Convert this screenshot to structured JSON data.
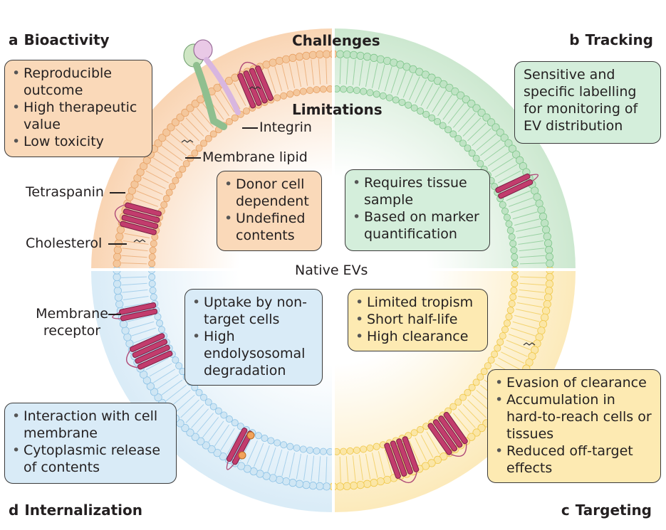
{
  "colors": {
    "bioactivity": "#f4c79c",
    "bioactivity_box": "#fad9b9",
    "tracking": "#bfe3c4",
    "tracking_box": "#d4eedb",
    "internalization": "#cfe6f4",
    "internalization_box": "#d9ebf7",
    "targeting": "#fbe6a6",
    "targeting_box": "#fdeab2",
    "protein": "#c23c6d"
  },
  "headings": {
    "a_letter": "a",
    "a_title": "Bioactivity",
    "b_letter": "b",
    "b_title": "Tracking",
    "c_letter": "c",
    "c_title": "Targeting",
    "d_letter": "d",
    "d_title": "Internalization"
  },
  "center": {
    "challenges": "Challenges",
    "limitations": "Limitations",
    "native": "Native EVs"
  },
  "labels": {
    "integrin": "Integrin",
    "membrane_lipid": "Membrane lipid",
    "tetraspanin": "Tetraspanin",
    "cholesterol": "Cholesterol",
    "membrane_receptor_1": "Membrane",
    "membrane_receptor_2": "receptor"
  },
  "challenges": {
    "bioactivity": [
      "Reproducible outcome",
      "High therapeutic value",
      "Low toxicity"
    ],
    "tracking": "Sensitive and specific labelling for monitoring of EV distribution",
    "targeting": [
      "Evasion of clearance",
      "Accumulation in hard-to-reach cells or tissues",
      "Reduced off-target effects"
    ],
    "internalization": [
      "Interaction with cell membrane",
      "Cytoplasmic release of contents"
    ]
  },
  "limitations": {
    "bioactivity": [
      "Donor cell dependent",
      "Undefined contents"
    ],
    "tracking": [
      "Requires tissue sample",
      "Based on marker quantification"
    ],
    "targeting": [
      "Limited tropism",
      "Short half-life",
      "High clearance"
    ],
    "internalization": [
      "Uptake by non-target cells",
      "High endolysosomal degradation"
    ]
  }
}
